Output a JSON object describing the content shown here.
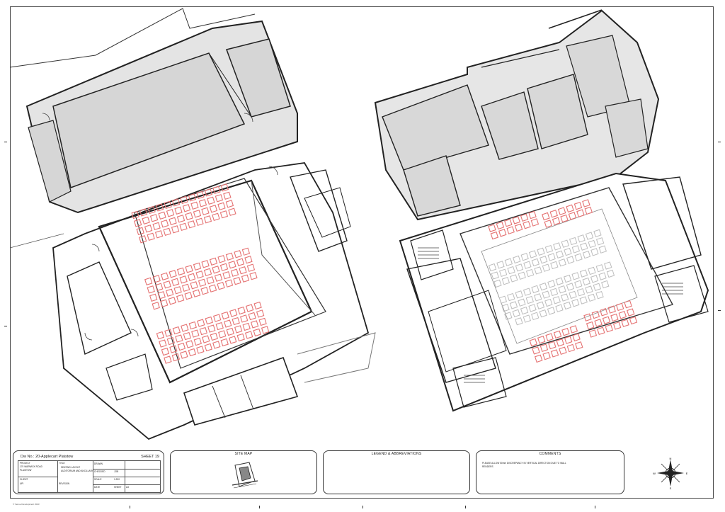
{
  "titleblock": {
    "drawing_number": "Dw No.: 20-Applecart Plaistow",
    "sheet": "SHEET 19",
    "project": "170 WARWICK ROAD",
    "location": "PLAISTOW",
    "client": "UPI",
    "field_labels": [
      "PROJECT",
      "TITLE",
      "DRAWN",
      "CHECKED",
      "CLIENT",
      "SCALE",
      "DATE",
      "REVISION"
    ],
    "field_values": [
      "SEATING LAYOUT",
      "AUDITORIUM AND ANCILLARY",
      "JOB",
      "1:200",
      "SHEET",
      "A3"
    ]
  },
  "site_map": {
    "title": "SITE MAP"
  },
  "legend": {
    "title": "LEGEND & ABBREVIATIONS"
  },
  "comments": {
    "title": "COMMENTS",
    "text_line1": "PLEASE ALLOW 50mm DISCREPANCY IN VERTICAL DIRECTION DUE TO WALL",
    "text_line2": "RENDERS"
  },
  "north_arrow": {
    "north": "N",
    "south": "S",
    "east": "E",
    "west": "W"
  },
  "footnote": "© Venue Development 2023",
  "colors": {
    "seat": "#e57373",
    "seat_gray": "#bdbdbd",
    "room_fill": "#dcdcdc",
    "wall": "#222222",
    "frame": "#444444"
  }
}
